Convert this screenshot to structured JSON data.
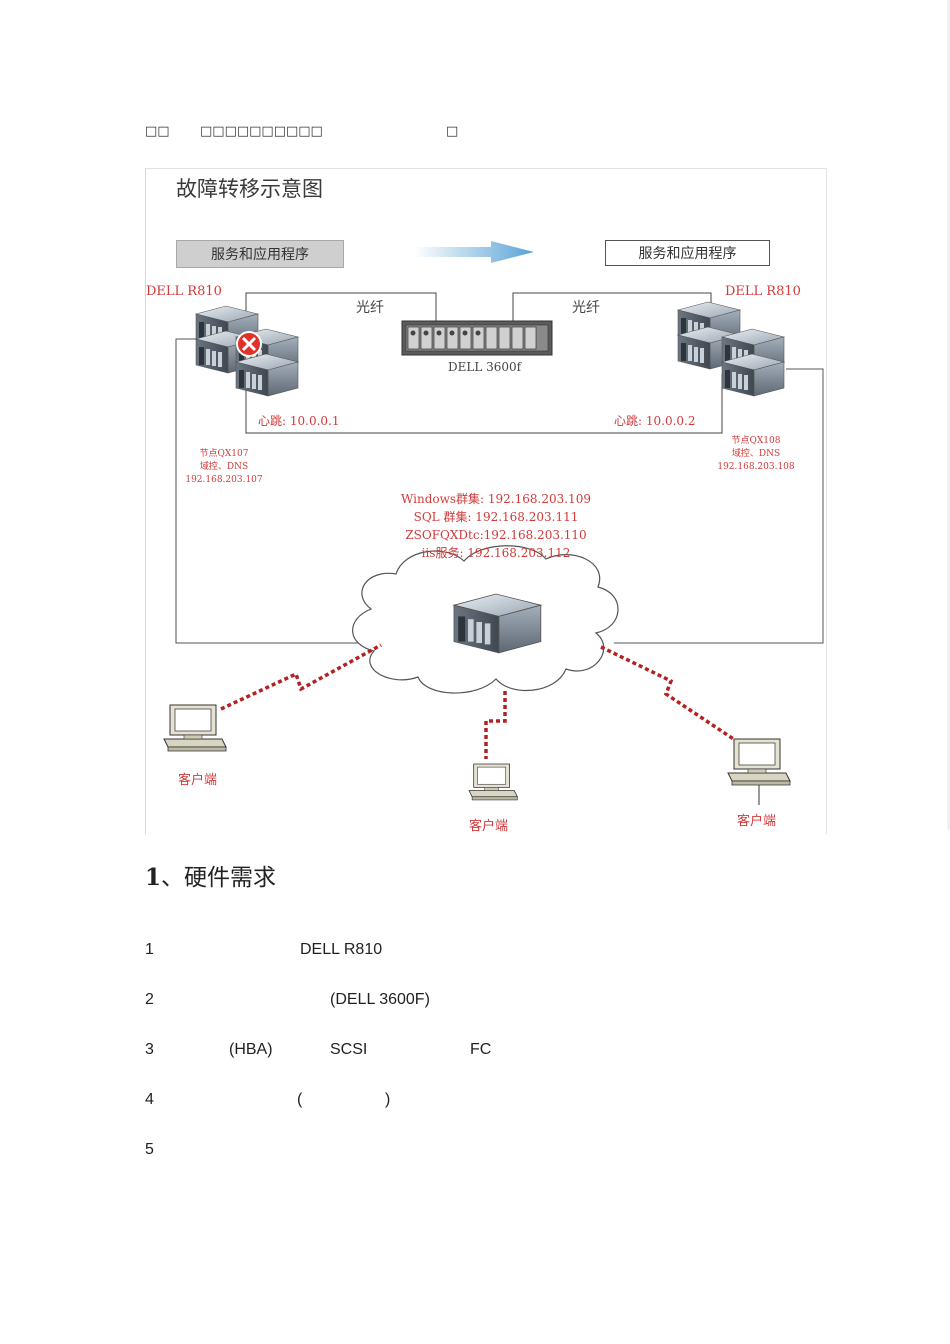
{
  "header": {
    "col1": "□□",
    "col2": "□□□□□□□□□□",
    "col3": "□"
  },
  "diagram": {
    "title": "故障转移示意图",
    "service_left": "服务和应用程序",
    "service_right": "服务和应用程序",
    "server_left_label": "DELL R810",
    "server_right_label": "DELL R810",
    "fiber_left": "光纤",
    "fiber_right": "光纤",
    "storage_label": "DELL 3600f",
    "heartbeat_left": "心跳: 10.0.0.1",
    "heartbeat_right": "心跳: 10.0.0.2",
    "node_left": [
      "节点QX107",
      "域控、DNS",
      "192.168.203.107"
    ],
    "node_right": [
      "节点QX108",
      "域控、DNS",
      "192.168.203.108"
    ],
    "cluster_info": [
      "Windows群集: 192.168.203.109",
      "SQL 群集: 192.168.203.111",
      "ZSOFQXDtc:192.168.203.110",
      "iis服务: 192.168.203.112"
    ],
    "client_left": "客户端",
    "client_mid": "客户端",
    "client_right": "客户端"
  },
  "section": {
    "num": "1",
    "title": "、硬件需求"
  },
  "list": [
    {
      "n": "1",
      "parts": [
        "DELL R810"
      ]
    },
    {
      "n": "2",
      "parts": [
        "(DELL 3600F)"
      ]
    },
    {
      "n": "3",
      "parts": [
        "(HBA)",
        "SCSI",
        "FC"
      ]
    },
    {
      "n": "4",
      "parts": [
        "(",
        ")"
      ]
    },
    {
      "n": "5",
      "parts": []
    }
  ],
  "colors": {
    "accent_red": "#d23a3a",
    "arrow_blue": "#5aa3d6",
    "fail_red": "#e0312b"
  }
}
